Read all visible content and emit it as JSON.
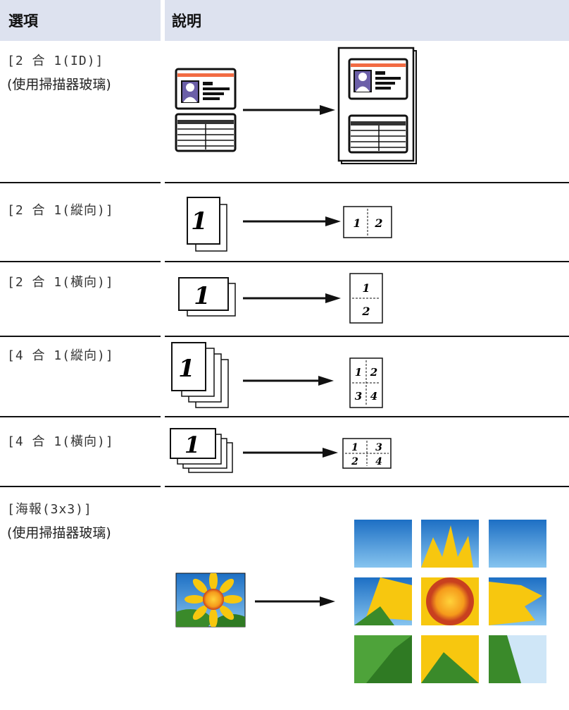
{
  "header": {
    "col1": "選項",
    "col2": "說明"
  },
  "rows": [
    {
      "option": "[2 合 1(ID)]",
      "note": "(使用掃描器玻璃)"
    },
    {
      "option": "[2 合 1(縱向)]"
    },
    {
      "option": "[2 合 1(橫向)]"
    },
    {
      "option": "[4 合 1(縱向)]"
    },
    {
      "option": "[4 合 1(橫向)]"
    },
    {
      "option": "[海報(3x3)]",
      "note": "(使用掃描器玻璃)"
    }
  ],
  "page_labels": {
    "one": "1",
    "two": "2",
    "three": "3",
    "four": "4"
  },
  "colors": {
    "header_bg": "#dde2ef",
    "id_stripe": "#f26b43",
    "photo": "#6b5fa8",
    "sky": "#2f8fd9",
    "petal": "#f7c70f",
    "leaf": "#3a8a2a"
  }
}
